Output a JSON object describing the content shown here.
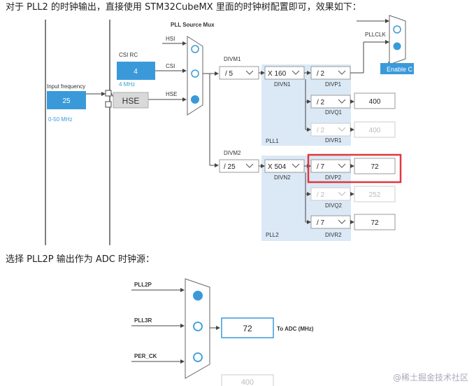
{
  "intro_text": "对于 PLL2 的时钟输出，直接使用 STM32CubeMX 里面的时钟树配置即可，效果如下：",
  "select_text": "选择 PLL2P 输出作为 ADC 时钟源：",
  "clock_tree": {
    "pll_source_mux_label": "PLL Source Mux",
    "hsi_label": "HSI",
    "csi_label": "CSI",
    "hse_label": "HSE",
    "csi_rc_label": "CSI RC",
    "csi_value": "4",
    "csi_freq": "4 MHz",
    "input_frequency_label": "Input frequency",
    "input_frequency_value": "25",
    "input_frequency_range": "0-50 MHz",
    "hse_block_label": "HSE",
    "pllclk_label": "PLLCLK",
    "enable_button": "Enable C",
    "divm1_label": "DIVM1",
    "divm1_value": "/ 5",
    "divn1_value": "X 160",
    "divn1_label": "DIVN1",
    "divp1_value": "/ 2",
    "divp1_label": "DIVP1",
    "divq1_value": "/ 2",
    "divq1_label": "DIVQ1",
    "divq1_out": "400",
    "divr1_value": "/ 2",
    "divr1_label": "DIVR1",
    "divr1_out": "400",
    "pll1_label": "PLL1",
    "divm2_label": "DIVM2",
    "divm2_value": "/ 25",
    "divn2_value": "X 504",
    "divn2_label": "DIVN2",
    "divp2_value": "/ 7",
    "divp2_label": "DIVP2",
    "divp2_out": "72",
    "divq2_value": "/ 2",
    "divq2_label": "DIVQ2",
    "divq2_out": "252",
    "divr2_value": "/ 7",
    "divr2_label": "DIVR2",
    "divr2_out": "72",
    "pll2_label": "PLL2",
    "highlight_color": "#e0383e",
    "accent_color": "#3a9ad9"
  },
  "adc_mux": {
    "pll2p_label": "PLL2P",
    "pll3r_label": "PLL3R",
    "per_ck_label": "PER_CK",
    "output_value": "72",
    "to_adc_label": "To ADC (MHz)",
    "bottom_value": "400"
  },
  "watermark": "@稀土掘金技术社区"
}
